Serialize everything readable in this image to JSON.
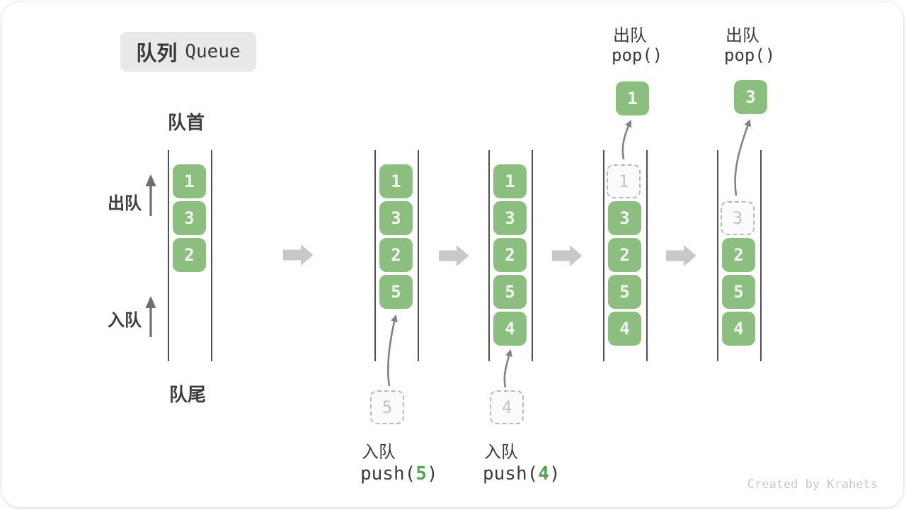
{
  "title": {
    "zh": "队列",
    "en": "Queue"
  },
  "side_labels": {
    "front": "队首",
    "rear": "队尾",
    "dequeue": "出队",
    "enqueue": "入队"
  },
  "colors": {
    "box_green": "#8cbe80",
    "code_green": "#52a352",
    "block_arrow_gray": "#c8c8c8",
    "rail_dark": "#4f4f4f",
    "ghost_gray": "#b9b9b9"
  },
  "stages": [
    {
      "slots": [
        "1",
        "3",
        "2",
        null,
        null
      ]
    },
    {
      "slots": [
        "1",
        "3",
        "2",
        "5",
        null
      ],
      "incoming_value": "5",
      "op_label": "入队",
      "code_prefix": "push(",
      "code_arg": "5",
      "code_suffix": ")"
    },
    {
      "slots": [
        "1",
        "3",
        "2",
        "5",
        "4"
      ],
      "incoming_value": "4",
      "op_label": "入队",
      "code_prefix": "push(",
      "code_arg": "4",
      "code_suffix": ")"
    },
    {
      "slots": [
        "1",
        "3",
        "2",
        "5",
        "4"
      ],
      "popped_value": "1",
      "op_label": "出队",
      "code": "pop()"
    },
    {
      "slots": [
        null,
        "3",
        "2",
        "5",
        "4"
      ],
      "popped_value": "3",
      "op_label": "出队",
      "code": "pop()"
    }
  ],
  "watermark": "Created by Krahets"
}
